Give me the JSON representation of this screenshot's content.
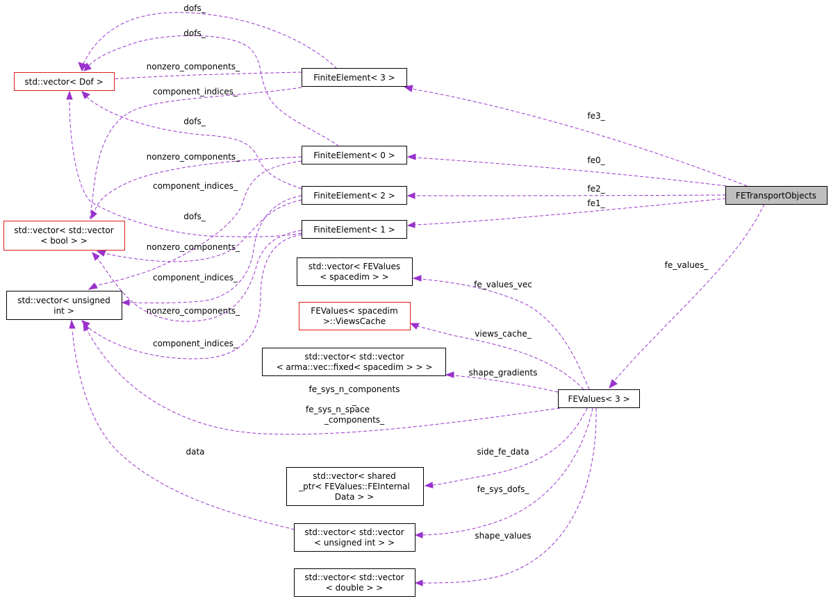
{
  "nodes": {
    "dof_vec": {
      "lines": [
        "std::vector< Dof >"
      ]
    },
    "bool_vec": {
      "lines": [
        "std::vector< std::vector",
        "< bool > >"
      ]
    },
    "uint_vec": {
      "lines": [
        "std::vector< unsigned",
        "int >"
      ]
    },
    "fe3": {
      "lines": [
        "FiniteElement< 3 >"
      ]
    },
    "fe0": {
      "lines": [
        "FiniteElement< 0 >"
      ]
    },
    "fe2": {
      "lines": [
        "FiniteElement< 2 >"
      ]
    },
    "fe1": {
      "lines": [
        "FiniteElement< 1 >"
      ]
    },
    "fetransport": {
      "lines": [
        "FETransportObjects"
      ]
    },
    "fevalues_vec": {
      "lines": [
        "std::vector< FEValues",
        "< spacedim > >"
      ]
    },
    "viewscache": {
      "lines": [
        "FEValues< spacedim",
        ">::ViewsCache"
      ]
    },
    "armavec": {
      "lines": [
        "std::vector< std::vector",
        "< arma::vec::fixed< spacedim > > >"
      ]
    },
    "fevalues3": {
      "lines": [
        "FEValues< 3 >"
      ]
    },
    "shared_vec": {
      "lines": [
        "std::vector< shared",
        "_ptr< FEValues::FEInternal",
        "Data > >"
      ]
    },
    "uintvecvec": {
      "lines": [
        "std::vector< std::vector",
        "< unsigned int > >"
      ]
    },
    "doublevec": {
      "lines": [
        "std::vector< std::vector",
        "< double > >"
      ]
    }
  },
  "edge_labels": {
    "fe3_dofs": [
      "dofs_"
    ],
    "fe0_dofs": [
      "dofs_"
    ],
    "fe3_nonzero": [
      "nonzero_components_"
    ],
    "fe3_component": [
      "component_indices_"
    ],
    "fe2_dofs": [
      "dofs_"
    ],
    "fe0_nonzero": [
      "nonzero_components_"
    ],
    "fe0_component": [
      "component_indices_"
    ],
    "fe1_dofs": [
      "dofs_"
    ],
    "fe2_nonzero": [
      "nonzero_components_"
    ],
    "fe2_component": [
      "component_indices_"
    ],
    "fe1_nonzero": [
      "nonzero_components_"
    ],
    "fe1_component": [
      "component_indices_"
    ],
    "fe3": [
      "fe3_"
    ],
    "fe0": [
      "fe0_"
    ],
    "fe2": [
      "fe2_"
    ],
    "fe1": [
      "fe1_"
    ],
    "fe_values": [
      "fe_values_"
    ],
    "fe_values_vec": [
      "fe_values_vec"
    ],
    "views_cache": [
      "views_cache_"
    ],
    "shape_gradients": [
      "shape_gradients"
    ],
    "fe_sys_n": [
      "fe_sys_n_components",
      "_",
      "fe_sys_n_space",
      "_components_"
    ],
    "data": [
      "data"
    ],
    "side_fe_data": [
      "side_fe_data"
    ],
    "fe_sys_dofs": [
      "fe_sys_dofs_"
    ],
    "shape_values": [
      "shape_values"
    ]
  }
}
